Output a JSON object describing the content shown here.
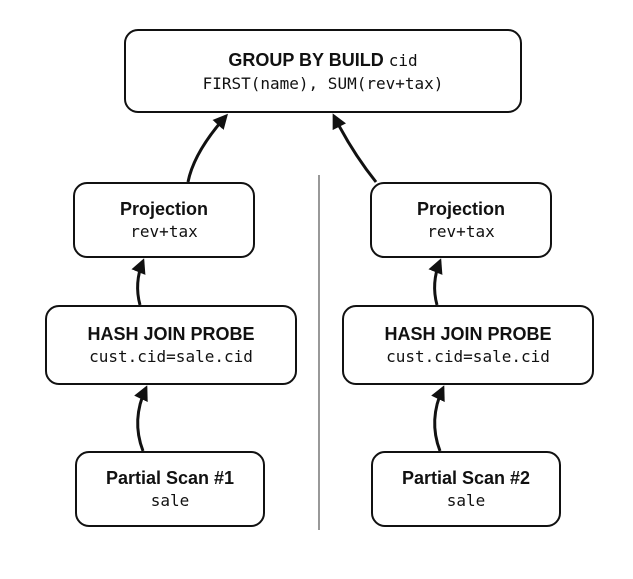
{
  "group_by": {
    "title": "GROUP BY BUILD",
    "key": "cid",
    "aggregates": "FIRST(name), SUM(rev+tax)"
  },
  "pipelines": [
    {
      "projection": {
        "title": "Projection",
        "expr": "rev+tax"
      },
      "hash_join": {
        "title": "HASH JOIN PROBE",
        "condition": "cust.cid=sale.cid"
      },
      "scan": {
        "title": "Partial Scan #1",
        "table": "sale"
      }
    },
    {
      "projection": {
        "title": "Projection",
        "expr": "rev+tax"
      },
      "hash_join": {
        "title": "HASH JOIN PROBE",
        "condition": "cust.cid=sale.cid"
      },
      "scan": {
        "title": "Partial Scan #2",
        "table": "sale"
      }
    }
  ],
  "colors": {
    "stroke": "#111111",
    "divider": "#555555",
    "background": "#ffffff"
  }
}
